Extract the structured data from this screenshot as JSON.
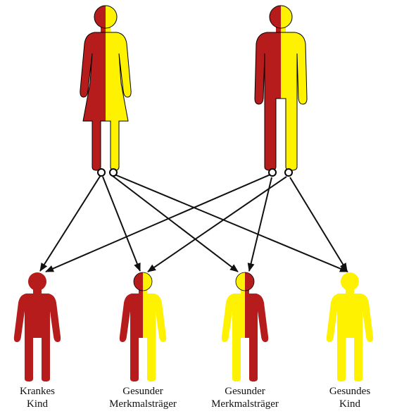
{
  "colors": {
    "affected": "#b71c1c",
    "normal": "#fff200",
    "outline": "#000000",
    "arrow": "#111111"
  },
  "parents": [
    {
      "id": "mother",
      "figure": "female",
      "left_allele": "affected",
      "right_allele": "normal"
    },
    {
      "id": "father",
      "figure": "male",
      "left_allele": "affected",
      "right_allele": "normal"
    }
  ],
  "children": [
    {
      "id": "child-1",
      "fill": "affected",
      "label_line1": "Krankes",
      "label_line2": "Kind"
    },
    {
      "id": "child-2",
      "fill": "split-affected-left",
      "label_line1": "Gesunder",
      "label_line2": "Merkmalsträger"
    },
    {
      "id": "child-3",
      "fill": "split-normal-left",
      "label_line1": "Gesunder",
      "label_line2": "Merkmalsträger"
    },
    {
      "id": "child-4",
      "fill": "normal",
      "label_line1": "Gesundes",
      "label_line2": "Kind"
    }
  ],
  "inheritance_arrows": [
    {
      "from": "mother.affected",
      "to": "child-1"
    },
    {
      "from": "mother.affected",
      "to": "child-2"
    },
    {
      "from": "mother.normal",
      "to": "child-3"
    },
    {
      "from": "mother.normal",
      "to": "child-4"
    },
    {
      "from": "father.affected",
      "to": "child-1"
    },
    {
      "from": "father.affected",
      "to": "child-3"
    },
    {
      "from": "father.normal",
      "to": "child-2"
    },
    {
      "from": "father.normal",
      "to": "child-4"
    }
  ]
}
